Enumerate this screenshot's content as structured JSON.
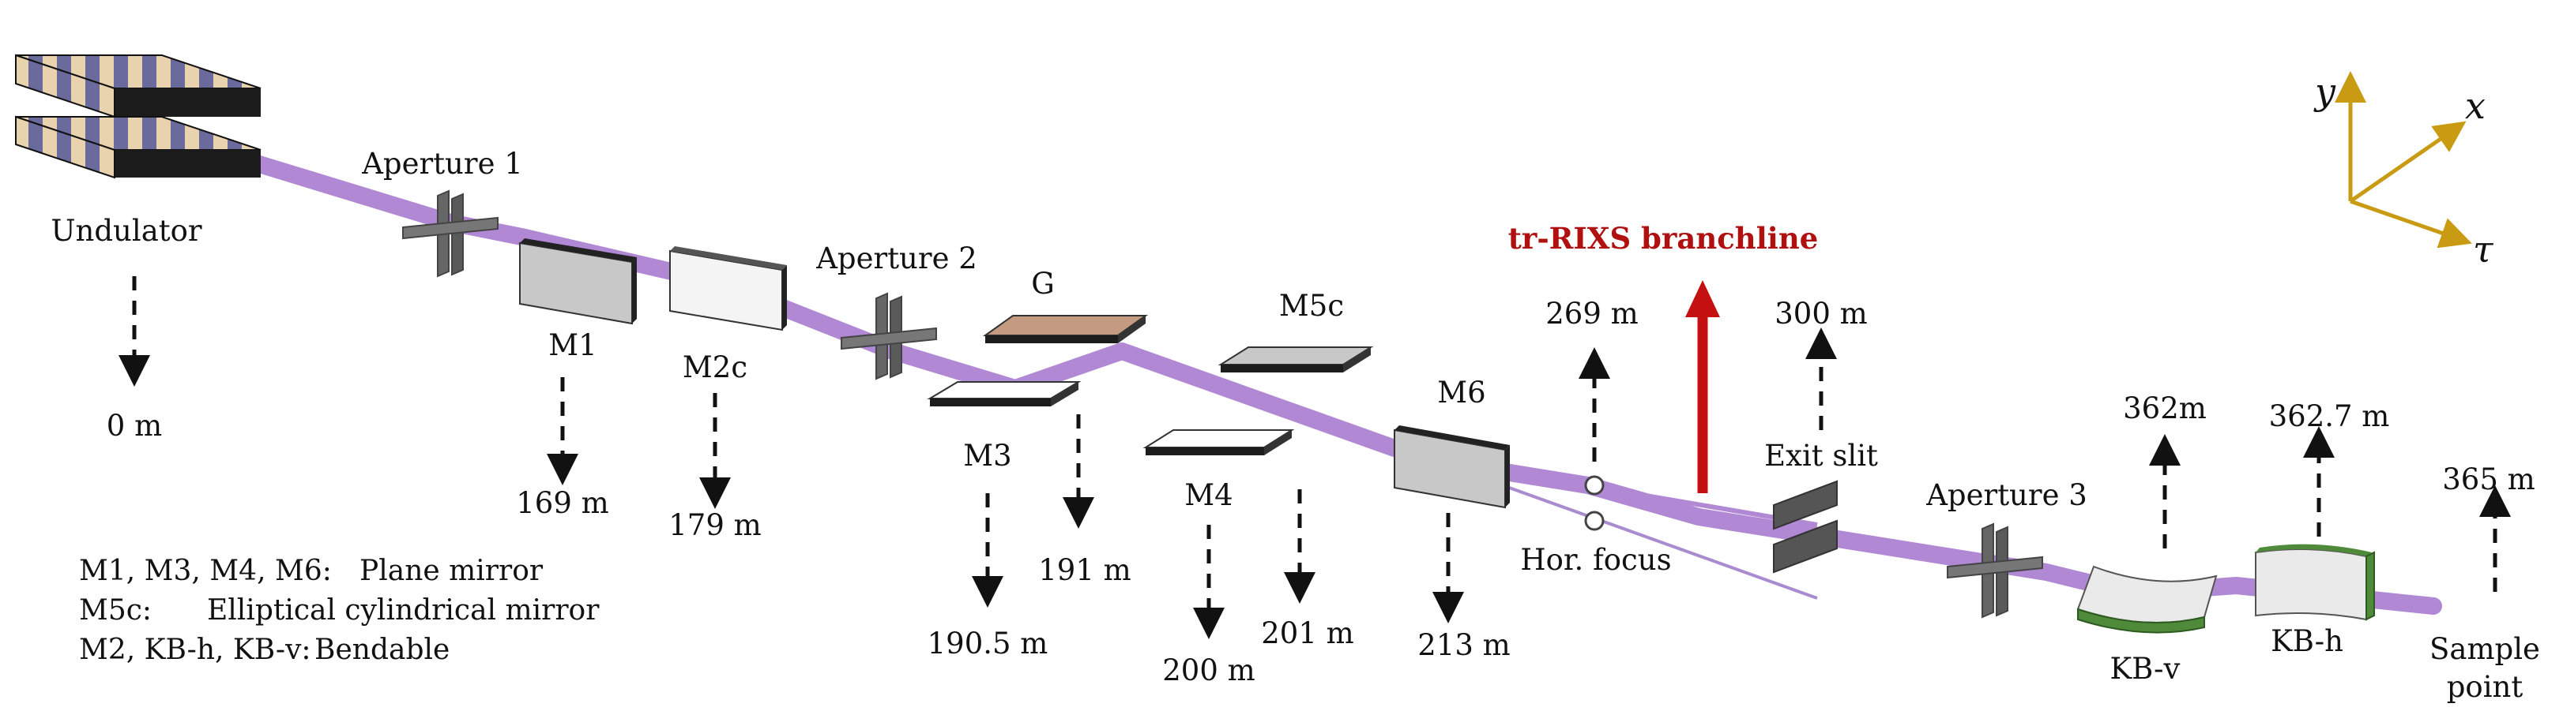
{
  "colors": {
    "beam": "#b088d4",
    "beam_faint": "#a98bd0",
    "branch_arrow": "#c41010",
    "axes": "#c89b12",
    "mirror_face": "#c8c8c8",
    "mirror_edge": "#3e3e3e",
    "grating_face": "#c49a80",
    "kb_frame": "#4f8a3a",
    "undulator_stripe_a": "#6a6a9c",
    "undulator_stripe_b": "#e8d3ae"
  },
  "components": {
    "undulator": "Undulator",
    "aperture1": "Aperture 1",
    "aperture2": "Aperture 2",
    "aperture3": "Aperture 3",
    "m1": "M1",
    "m2c": "M2c",
    "m3": "M3",
    "grating": "G",
    "m4": "M4",
    "m5c": "M5c",
    "m6": "M6",
    "hor_focus": "Hor. focus",
    "exit_slit": "Exit slit",
    "kb_v": "KB-v",
    "kb_h": "KB-h",
    "sample_line1": "Sample",
    "sample_line2": "point"
  },
  "branchline": "tr-RIXS branchline",
  "distances": {
    "d0": "0 m",
    "d169": "169 m",
    "d179": "179 m",
    "d190_5": "190.5 m",
    "d191": "191 m",
    "d200": "200 m",
    "d201": "201 m",
    "d213": "213 m",
    "d269": "269 m",
    "d300": "300 m",
    "d362": "362m",
    "d362_7": "362.7 m",
    "d365": "365 m"
  },
  "legend": [
    {
      "key": "M1, M3, M4, M6:",
      "value": "Plane mirror"
    },
    {
      "key": "M5c:",
      "value": "Elliptical cylindrical mirror"
    },
    {
      "key": "M2, KB-h, KB-v:",
      "value": "Bendable"
    }
  ],
  "axes": {
    "y": "y",
    "x": "x",
    "tau": "τ"
  }
}
